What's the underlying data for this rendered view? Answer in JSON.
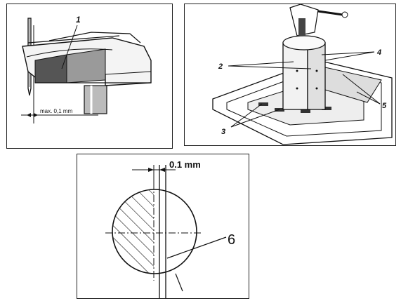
{
  "hook_view": {
    "callout": "1",
    "measure": "max. 0,1 mm"
  },
  "machine_view": {
    "callouts": [
      "2",
      "3",
      "4",
      "5"
    ]
  },
  "detail_view": {
    "measure": "0.1 mm",
    "callout": "6"
  }
}
